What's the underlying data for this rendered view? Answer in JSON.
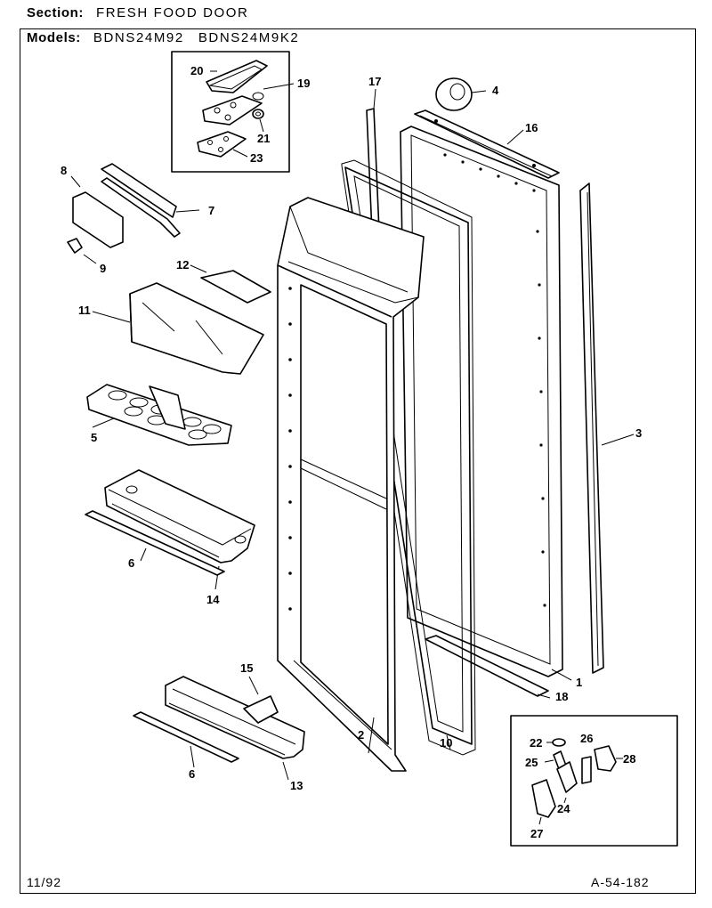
{
  "header": {
    "section_label": "Section:",
    "section_value": "FRESH FOOD DOOR",
    "models_label": "Models:",
    "models": [
      "BDNS24M92",
      "BDNS24M9K2"
    ]
  },
  "footer": {
    "date": "11/92",
    "code": "A-54-182"
  },
  "callouts": [
    {
      "label": "20",
      "part": "hinge-cover"
    },
    {
      "label": "19",
      "part": "hinge-bushing"
    },
    {
      "label": "21",
      "part": "hinge-washer"
    },
    {
      "label": "23",
      "part": "hinge-plate"
    },
    {
      "label": "17",
      "part": "door-trim-strip"
    },
    {
      "label": "4",
      "part": "door-stop-cap"
    },
    {
      "label": "16",
      "part": "top-door-trim"
    },
    {
      "label": "8",
      "part": "handle-bracket"
    },
    {
      "label": "7",
      "part": "door-handle-assembly"
    },
    {
      "label": "9",
      "part": "screw"
    },
    {
      "label": "12",
      "part": "shelf-clip"
    },
    {
      "label": "11",
      "part": "dairy-door"
    },
    {
      "label": "5",
      "part": "egg-tray"
    },
    {
      "label": "3",
      "part": "side-door-trim"
    },
    {
      "label": "6",
      "part": "shelf-trim-strip"
    },
    {
      "label": "14",
      "part": "door-shelf-bin"
    },
    {
      "label": "15",
      "part": "bin-clip"
    },
    {
      "label": "1",
      "part": "outer-door-panel"
    },
    {
      "label": "18",
      "part": "bottom-door-trim"
    },
    {
      "label": "2",
      "part": "inner-door-liner"
    },
    {
      "label": "10",
      "part": "door-gasket"
    },
    {
      "label": "6",
      "part": "lower-shelf-trim-strip"
    },
    {
      "label": "13",
      "part": "lower-door-shelf"
    },
    {
      "label": "22",
      "part": "closer-washer"
    },
    {
      "label": "26",
      "part": "closer-bracket"
    },
    {
      "label": "25",
      "part": "closer-spring"
    },
    {
      "label": "28",
      "part": "closer-arm"
    },
    {
      "label": "24",
      "part": "closer-cam"
    },
    {
      "label": "27",
      "part": "closer-housing"
    }
  ]
}
